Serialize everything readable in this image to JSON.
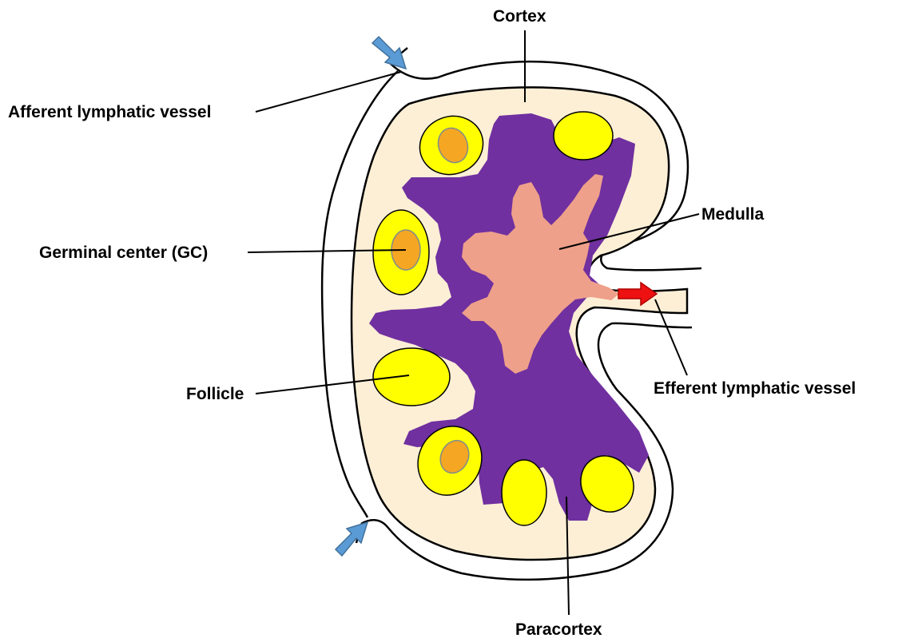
{
  "labels": {
    "cortex": "Cortex",
    "afferent": "Afferent lymphatic vessel",
    "medulla": "Medulla",
    "germinal_center": "Germinal center (GC)",
    "efferent": "Efferent lymphatic vessel",
    "follicle": "Follicle",
    "paracortex": "Paracortex"
  },
  "colors": {
    "capsule_fill": "#fdefd6",
    "paracortex": "#7030a0",
    "medulla": "#eea08a",
    "follicle": "#ffff00",
    "germinal_center": "#f5a623",
    "afferent_arrow": "#5b9bd5",
    "efferent_arrow": "#ee1111",
    "outline": "#000000"
  },
  "icons": {
    "afferent_flow": "arrow-in-icon",
    "efferent_flow": "arrow-out-icon"
  }
}
